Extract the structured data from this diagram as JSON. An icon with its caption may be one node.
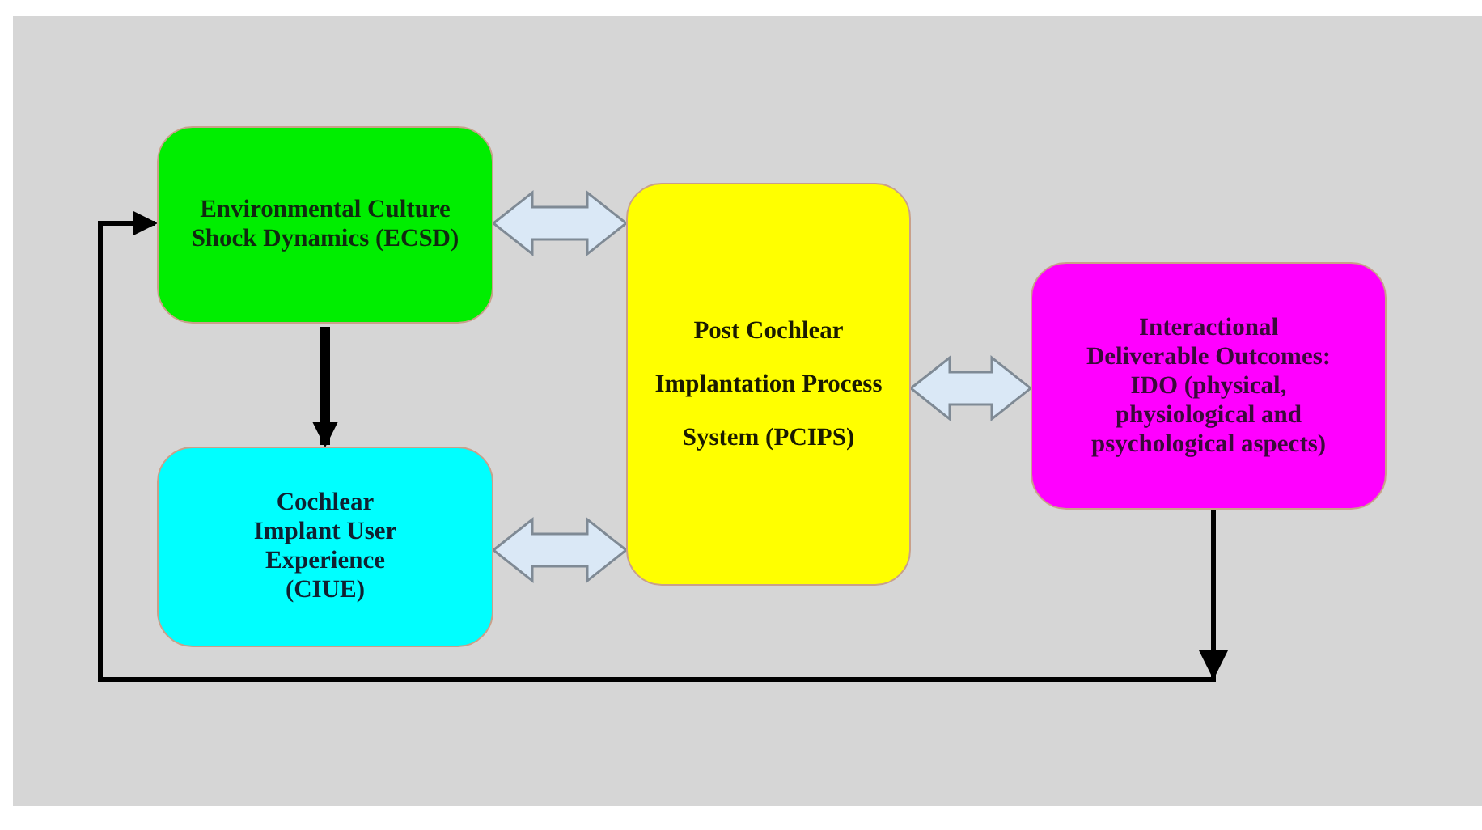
{
  "diagram": {
    "nodes": [
      {
        "text": [
          "Environmental Culture Shock Dynamics (ECSD)"
        ]
      },
      {
        "text": [
          "Cochlear Implant User Experience (CIUE)"
        ]
      },
      {
        "text": [
          "Post Cochlear Implantation Process System (PCIPS)"
        ]
      },
      {
        "text": [
          "Interactional Deliverable Outcomes: IDO (physical, physiological and psychological aspects)"
        ]
      }
    ],
    "edges": [
      {
        "from": 0,
        "to": 1,
        "arrow": "to",
        "style": "thick"
      },
      {
        "from": 0,
        "to": 2,
        "arrow": "both"
      },
      {
        "from": 1,
        "to": 2,
        "arrow": "both"
      },
      {
        "from": 2,
        "to": 3,
        "arrow": "both"
      },
      {
        "from": 3,
        "to": 0,
        "arrow": "to"
      }
    ]
  }
}
